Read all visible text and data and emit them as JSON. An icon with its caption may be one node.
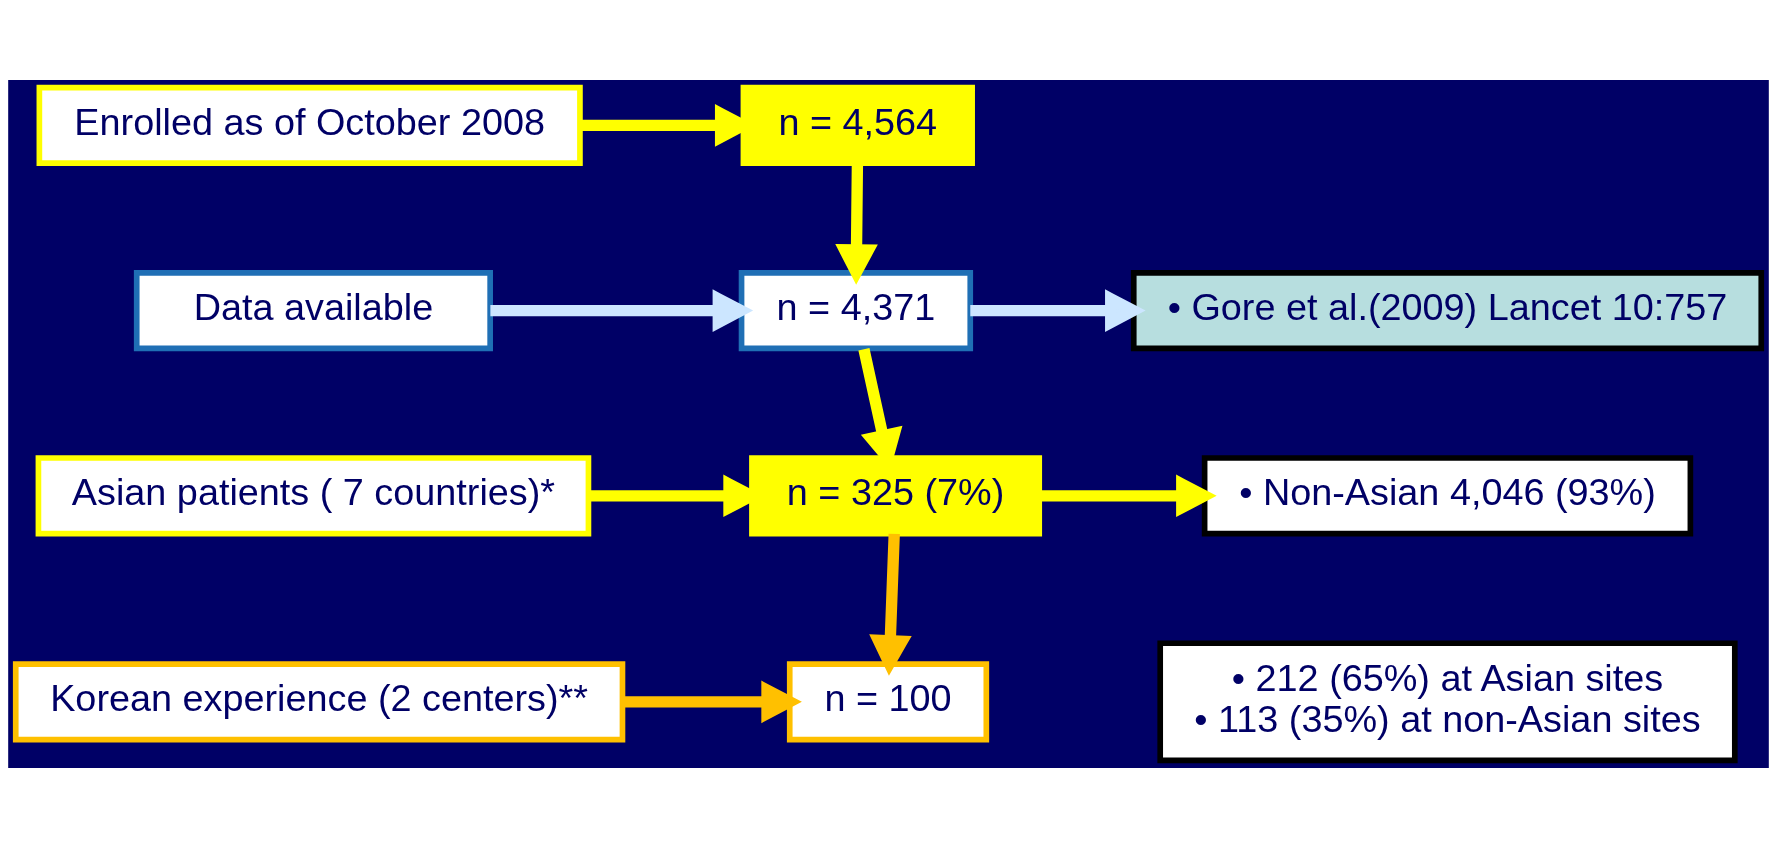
{
  "diagram": {
    "nodes": [
      {
        "text": [
          "Enrolled as of October 2008"
        ]
      },
      {
        "text": [
          "n = 4,564"
        ]
      },
      {
        "text": [
          "Data available"
        ]
      },
      {
        "text": [
          "n = 4,371"
        ]
      },
      {
        "text": [
          "• Gore et al.(2009) Lancet 10:757"
        ]
      },
      {
        "text": [
          "Asian patients ( 7 countries)*"
        ]
      },
      {
        "text": [
          "n = 325 (7%)"
        ]
      },
      {
        "text": [
          "• Non-Asian 4,046 (93%)"
        ]
      },
      {
        "text": [
          "• 212 (65%) at Asian sites",
          "• 113 (35%) at non-Asian sites"
        ]
      },
      {
        "text": [
          "Korean experience (2 centers)**"
        ]
      },
      {
        "text": [
          "n = 100"
        ]
      }
    ],
    "edges": [
      {
        "from": 0,
        "to": 1,
        "arrow": "to"
      },
      {
        "from": 1,
        "to": 3,
        "arrow": "to"
      },
      {
        "from": 2,
        "to": 3,
        "arrow": "to",
        "color": "#cce6ff"
      },
      {
        "from": 3,
        "to": 4,
        "arrow": "to",
        "color": "#cce6ff"
      },
      {
        "from": 3,
        "to": 6,
        "arrow": "to"
      },
      {
        "from": 5,
        "to": 6,
        "arrow": "to"
      },
      {
        "from": 6,
        "to": 7,
        "arrow": "to"
      },
      {
        "from": 6,
        "to": 10,
        "arrow": "to",
        "color": "#ffc000"
      },
      {
        "from": 9,
        "to": 10,
        "arrow": "to",
        "color": "#ffc000"
      }
    ]
  }
}
